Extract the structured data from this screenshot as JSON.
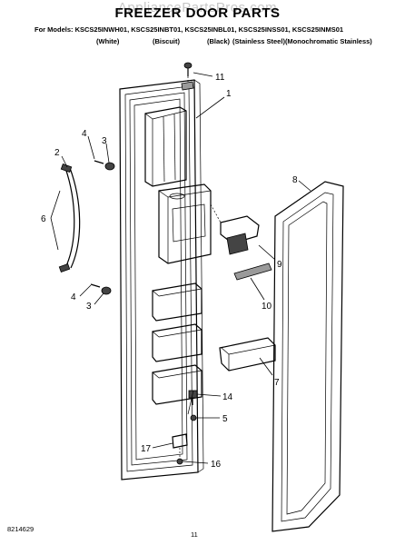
{
  "watermark": "AppliancePartsPros.com",
  "title": "FREEZER DOOR PARTS",
  "models_line": "For Models: KSCS25INWH01, KSCS25INBT01, KSCS25INBL01, KSCS25INSS01, KSCS25INMS01",
  "variants": [
    "(White)",
    "(Biscuit)",
    "(Black)",
    "(Stainless Steel)(Monochromatic Stainless)"
  ],
  "footer": {
    "doc_number": "8214629",
    "page_number": "11"
  },
  "callouts": [
    "11",
    "1",
    "2",
    "4",
    "3",
    "6",
    "8",
    "9",
    "4",
    "3",
    "10",
    "7",
    "14",
    "5",
    "17",
    "16"
  ]
}
